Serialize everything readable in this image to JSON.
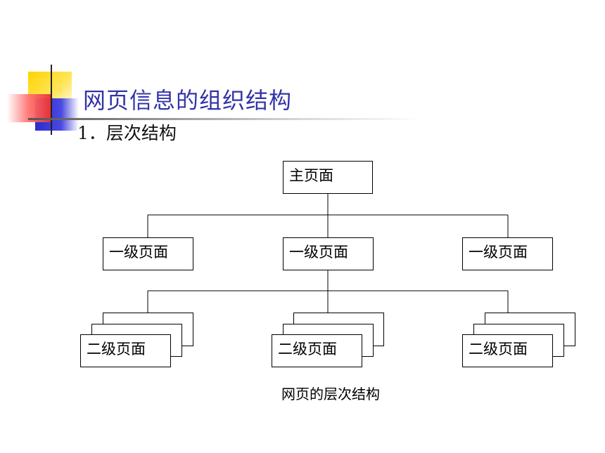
{
  "slide": {
    "title": "网页信息的组织结构",
    "subheading": "1．层次结构",
    "caption": "网页的层次结构"
  },
  "diagram": {
    "root": "主页面",
    "level1": [
      "一级页面",
      "一级页面",
      "一级页面"
    ],
    "level2": [
      "二级页面",
      "二级页面",
      "二级页面"
    ]
  }
}
